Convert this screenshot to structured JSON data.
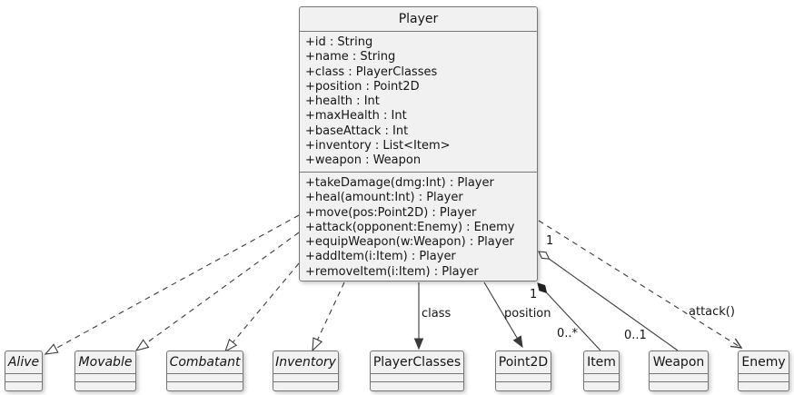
{
  "player": {
    "name": "Player",
    "attributes": [
      "+id : String",
      "+name : String",
      "+class : PlayerClasses",
      "+position : Point2D",
      "+health : Int",
      "+maxHealth : Int",
      "+baseAttack : Int",
      "+inventory : List<Item>",
      "+weapon : Weapon"
    ],
    "methods": [
      "+takeDamage(dmg:Int) : Player",
      "+heal(amount:Int) : Player",
      "+move(pos:Point2D) : Player",
      "+attack(opponent:Enemy) : Enemy",
      "+equipWeapon(w:Weapon) : Player",
      "+addItem(i:Item) : Player",
      "+removeItem(i:Item) : Player"
    ]
  },
  "classes": [
    {
      "name": "Alive"
    },
    {
      "name": "Movable"
    },
    {
      "name": "Combatant"
    },
    {
      "name": "Inventory"
    },
    {
      "name": "PlayerClasses"
    },
    {
      "name": "Point2D"
    },
    {
      "name": "Item"
    },
    {
      "name": "Weapon"
    },
    {
      "name": "Enemy"
    }
  ],
  "edges": {
    "class_association": {
      "label": "class"
    },
    "position_association": {
      "label": "position"
    },
    "item_composition": {
      "source_mult": "1",
      "target_mult": "0..*"
    },
    "weapon_aggregation": {
      "source_mult": "1",
      "target_mult": "0..1"
    },
    "enemy_dependency": {
      "label": "attack()"
    }
  },
  "colors": {
    "background": "#ffffff",
    "class_fill": "#f1f1f1",
    "class_border": "#767676",
    "edge_line": "#3a3a3a",
    "text": "#151515"
  }
}
